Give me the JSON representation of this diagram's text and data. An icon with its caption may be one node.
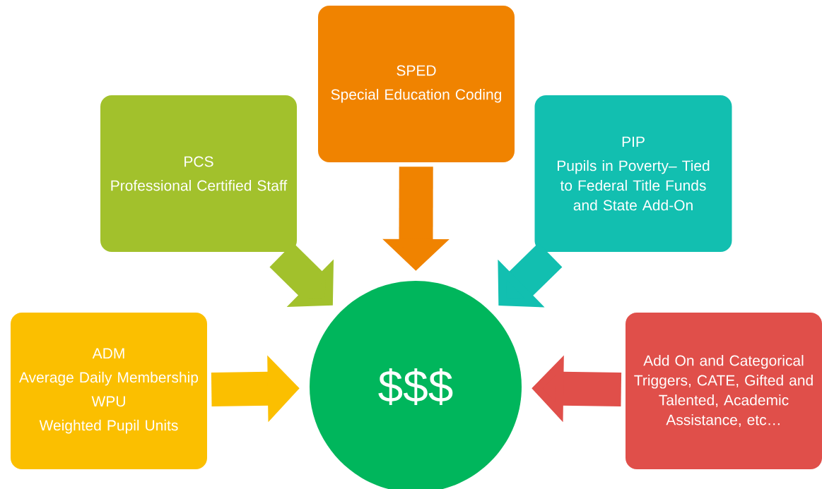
{
  "diagram": {
    "nodes": [
      {
        "text": [
          "PCS",
          "Professional Certified Staff"
        ]
      },
      {
        "text": [
          "SPED",
          "Special Education Coding"
        ]
      },
      {
        "text": [
          "PIP",
          "Pupils in Poverty– Tied to Federal Title Funds and State Add-On"
        ]
      },
      {
        "text": [
          "ADM",
          "Average Daily Membership",
          "WPU",
          "Weighted Pupil Units"
        ]
      },
      {
        "text": [
          "$$$"
        ]
      },
      {
        "text": [
          "Add On and Categorical Triggers, CATE, Gifted and Talented, Academic Assistance, etc…"
        ]
      }
    ],
    "edges": [
      {
        "from": 0,
        "to": 4,
        "arrow": "to",
        "color": "#a2c12c"
      },
      {
        "from": 1,
        "to": 4,
        "arrow": "to",
        "color": "#f08300"
      },
      {
        "from": 2,
        "to": 4,
        "arrow": "to",
        "color": "#12bfb0"
      },
      {
        "from": 3,
        "to": 4,
        "arrow": "to",
        "color": "#fbbf00"
      },
      {
        "from": 5,
        "to": 4,
        "arrow": "to",
        "color": "#e04f4a"
      }
    ]
  }
}
